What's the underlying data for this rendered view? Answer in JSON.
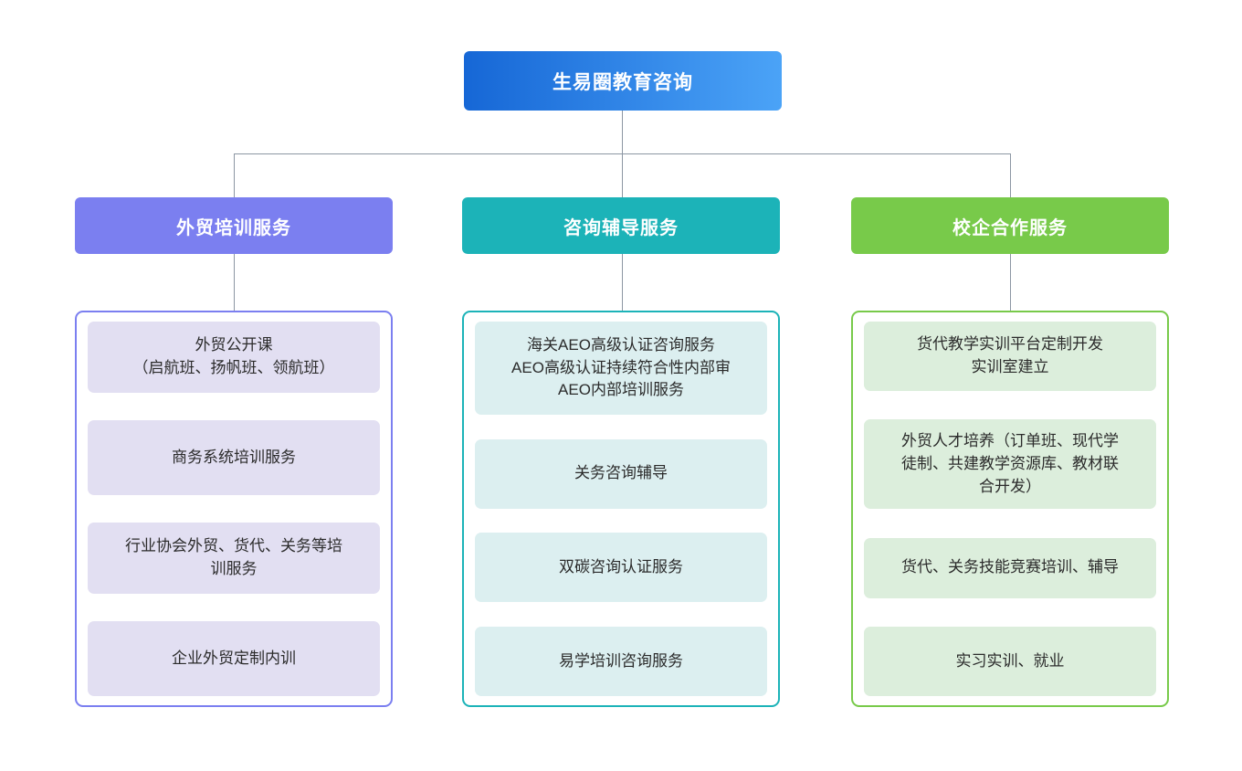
{
  "diagram": {
    "type": "organization-chart",
    "root": {
      "label": "生易圈教育咨询",
      "color_start": "#1667d6",
      "color_end": "#4ba3f7"
    },
    "connector_color": "#8c96a3",
    "branches": [
      {
        "id": "training",
        "header_label": "外贸培训服务",
        "header_color": "#7b7ff0",
        "border_color": "#7b7ff0",
        "item_fill": "#e2dff2",
        "items": [
          {
            "label": "外贸公开课\n（启航班、扬帆班、领航班）"
          },
          {
            "label": "商务系统培训服务"
          },
          {
            "label": "行业协会外贸、货代、关务等培\n训服务"
          },
          {
            "label": "企业外贸定制内训"
          }
        ]
      },
      {
        "id": "consulting",
        "header_label": "咨询辅导服务",
        "header_color": "#1cb3b8",
        "border_color": "#1cb3b8",
        "item_fill": "#dceff0",
        "items": [
          {
            "label": "海关AEO高级认证咨询服务\nAEO高级认证持续符合性内部审\nAEO内部培训服务"
          },
          {
            "label": "关务咨询辅导"
          },
          {
            "label": "双碳咨询认证服务"
          },
          {
            "label": "易学培训咨询服务"
          }
        ]
      },
      {
        "id": "school-enterprise",
        "header_label": "校企合作服务",
        "header_color": "#78ca4a",
        "border_color": "#78ca4a",
        "item_fill": "#dceedc",
        "items": [
          {
            "label": "货代教学实训平台定制开发\n实训室建立"
          },
          {
            "label": "外贸人才培养（订单班、现代学\n徒制、共建教学资源库、教材联\n合开发）"
          },
          {
            "label": "货代、关务技能竞赛培训、辅导"
          },
          {
            "label": "实习实训、就业"
          }
        ]
      }
    ]
  }
}
